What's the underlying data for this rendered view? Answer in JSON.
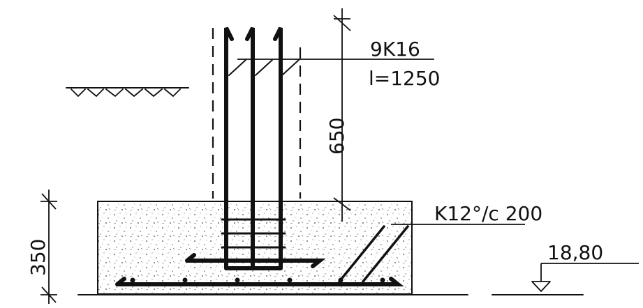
{
  "labels": {
    "column_bars": "9K16",
    "bar_length": "l=1250",
    "anchorage_dim": "650",
    "stirrups": "K12°/c 200",
    "footing_height_dim": "350",
    "elevation": "18,80"
  },
  "colors": {
    "ink": "#111111",
    "paper": "#ffffff"
  }
}
